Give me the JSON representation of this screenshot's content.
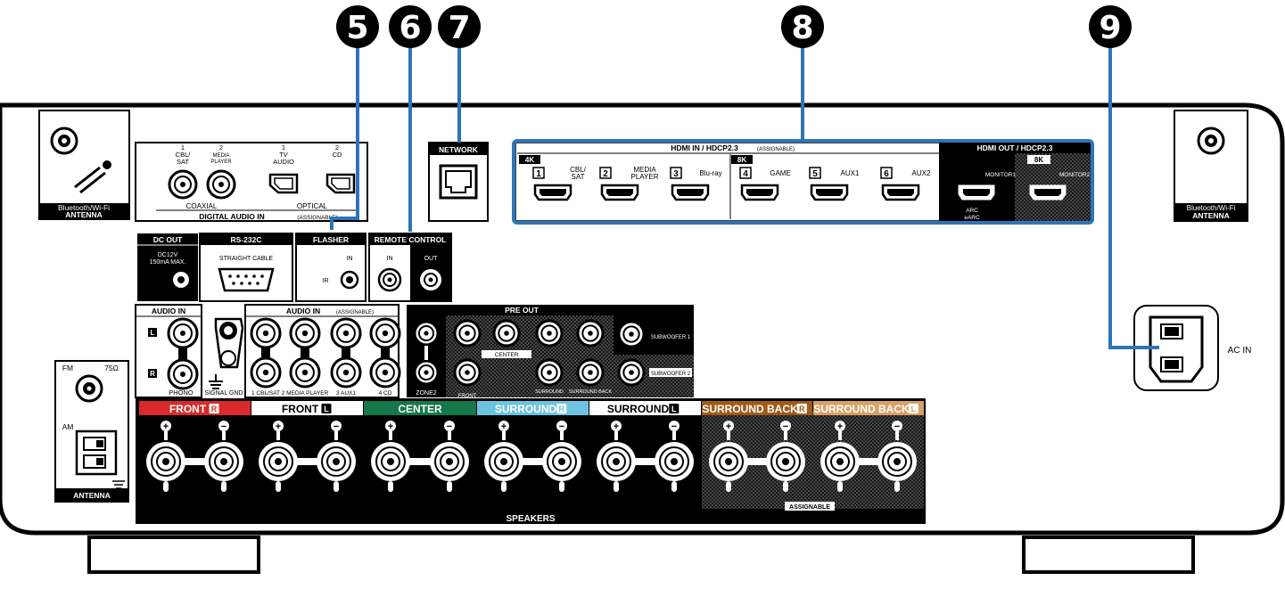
{
  "colors": {
    "callout": "#2e75b6",
    "front_r": "#d92b2b",
    "center": "#15774a",
    "surround_r": "#6cc3e0",
    "surround_back_r": "#a05a18",
    "surround_back_l": "#d8a065"
  },
  "callouts": [
    "5",
    "6",
    "7",
    "8",
    "9"
  ],
  "antenna_left": {
    "label1": "Bluetooth/Wi-Fi",
    "label2": "ANTENNA"
  },
  "antenna_right": {
    "label1": "Bluetooth/Wi-Fi",
    "label2": "ANTENNA"
  },
  "digital_audio": {
    "jacks": [
      {
        "num": "1",
        "l1": "CBL/",
        "l2": "SAT"
      },
      {
        "num": "2",
        "l1": "MEDIA",
        "l2": "PLAYER"
      },
      {
        "num": "1",
        "l1": "TV",
        "l2": "AUDIO"
      },
      {
        "num": "2",
        "l1": "CD",
        "l2": ""
      }
    ],
    "coaxial": "COAXIAL",
    "optical": "OPTICAL",
    "title": "DIGITAL AUDIO IN",
    "assignable": "(ASSIGNABLE)"
  },
  "network": {
    "label": "NETWORK"
  },
  "hdmi_in": {
    "title": "HDMI IN / HDCP2.3",
    "assignable": "(ASSIGNABLE)",
    "badge_4k": "4K",
    "badge_8k": "8K",
    "ports": [
      {
        "num": "1",
        "l1": "CBL/",
        "l2": "SAT"
      },
      {
        "num": "2",
        "l1": "MEDIA",
        "l2": "PLAYER"
      },
      {
        "num": "3",
        "l1": "Blu-ray",
        "l2": ""
      },
      {
        "num": "4",
        "l1": "GAME",
        "l2": ""
      },
      {
        "num": "5",
        "l1": "AUX1",
        "l2": ""
      },
      {
        "num": "6",
        "l1": "AUX2",
        "l2": ""
      }
    ]
  },
  "hdmi_out": {
    "title": "HDMI OUT / HDCP2.3",
    "badge_8k": "8K",
    "monitor1": "MONITOR1",
    "monitor2": "MONITOR2",
    "arc": "ARC",
    "earc": "eARC"
  },
  "dc_out": {
    "title": "DC OUT",
    "l1": "DC12V",
    "l2": "150mA MAX."
  },
  "rs232c": {
    "title": "RS-232C",
    "label": "STRAIGHT CABLE"
  },
  "flasher": {
    "title": "FLASHER",
    "in": "IN",
    "ir": "IR"
  },
  "remote": {
    "title": "REMOTE CONTROL",
    "in": "IN",
    "out": "OUT"
  },
  "audio_in_phono": {
    "title": "AUDIO IN",
    "l": "L",
    "r": "R",
    "phono": "PHONO"
  },
  "signal_gnd": "SIGNAL GND",
  "audio_in_assign": {
    "title": "AUDIO IN",
    "assignable": "(ASSIGNABLE)",
    "labels": [
      "1 CBL/SAT",
      "2 MEDIA PLAYER",
      "3 AUX1",
      "4 CD"
    ]
  },
  "pre_out": {
    "title": "PRE OUT",
    "zone2": "ZONE2",
    "front": "FRONT",
    "center": "CENTER",
    "surround": "SURROUND",
    "surround_back": "SURROUND BACK",
    "sub1": "SUBWOOFER 1",
    "sub2": "SUBWOOFER 2"
  },
  "fm_am": {
    "fm": "FM",
    "ohm": "75Ω",
    "am": "AM",
    "antenna": "ANTENNA"
  },
  "speakers": {
    "title": "SPEAKERS",
    "assignable": "ASSIGNABLE",
    "plus": "+",
    "minus": "−",
    "channels": [
      {
        "name": "FRONT",
        "side": "R"
      },
      {
        "name": "FRONT",
        "side": "L"
      },
      {
        "name": "CENTER",
        "side": ""
      },
      {
        "name": "SURROUND",
        "side": "R"
      },
      {
        "name": "SURROUND",
        "side": "L"
      },
      {
        "name": "SURROUND BACK",
        "side": "R"
      },
      {
        "name": "SURROUND BACK",
        "side": "L"
      }
    ]
  },
  "ac_in": {
    "label": "AC IN"
  }
}
